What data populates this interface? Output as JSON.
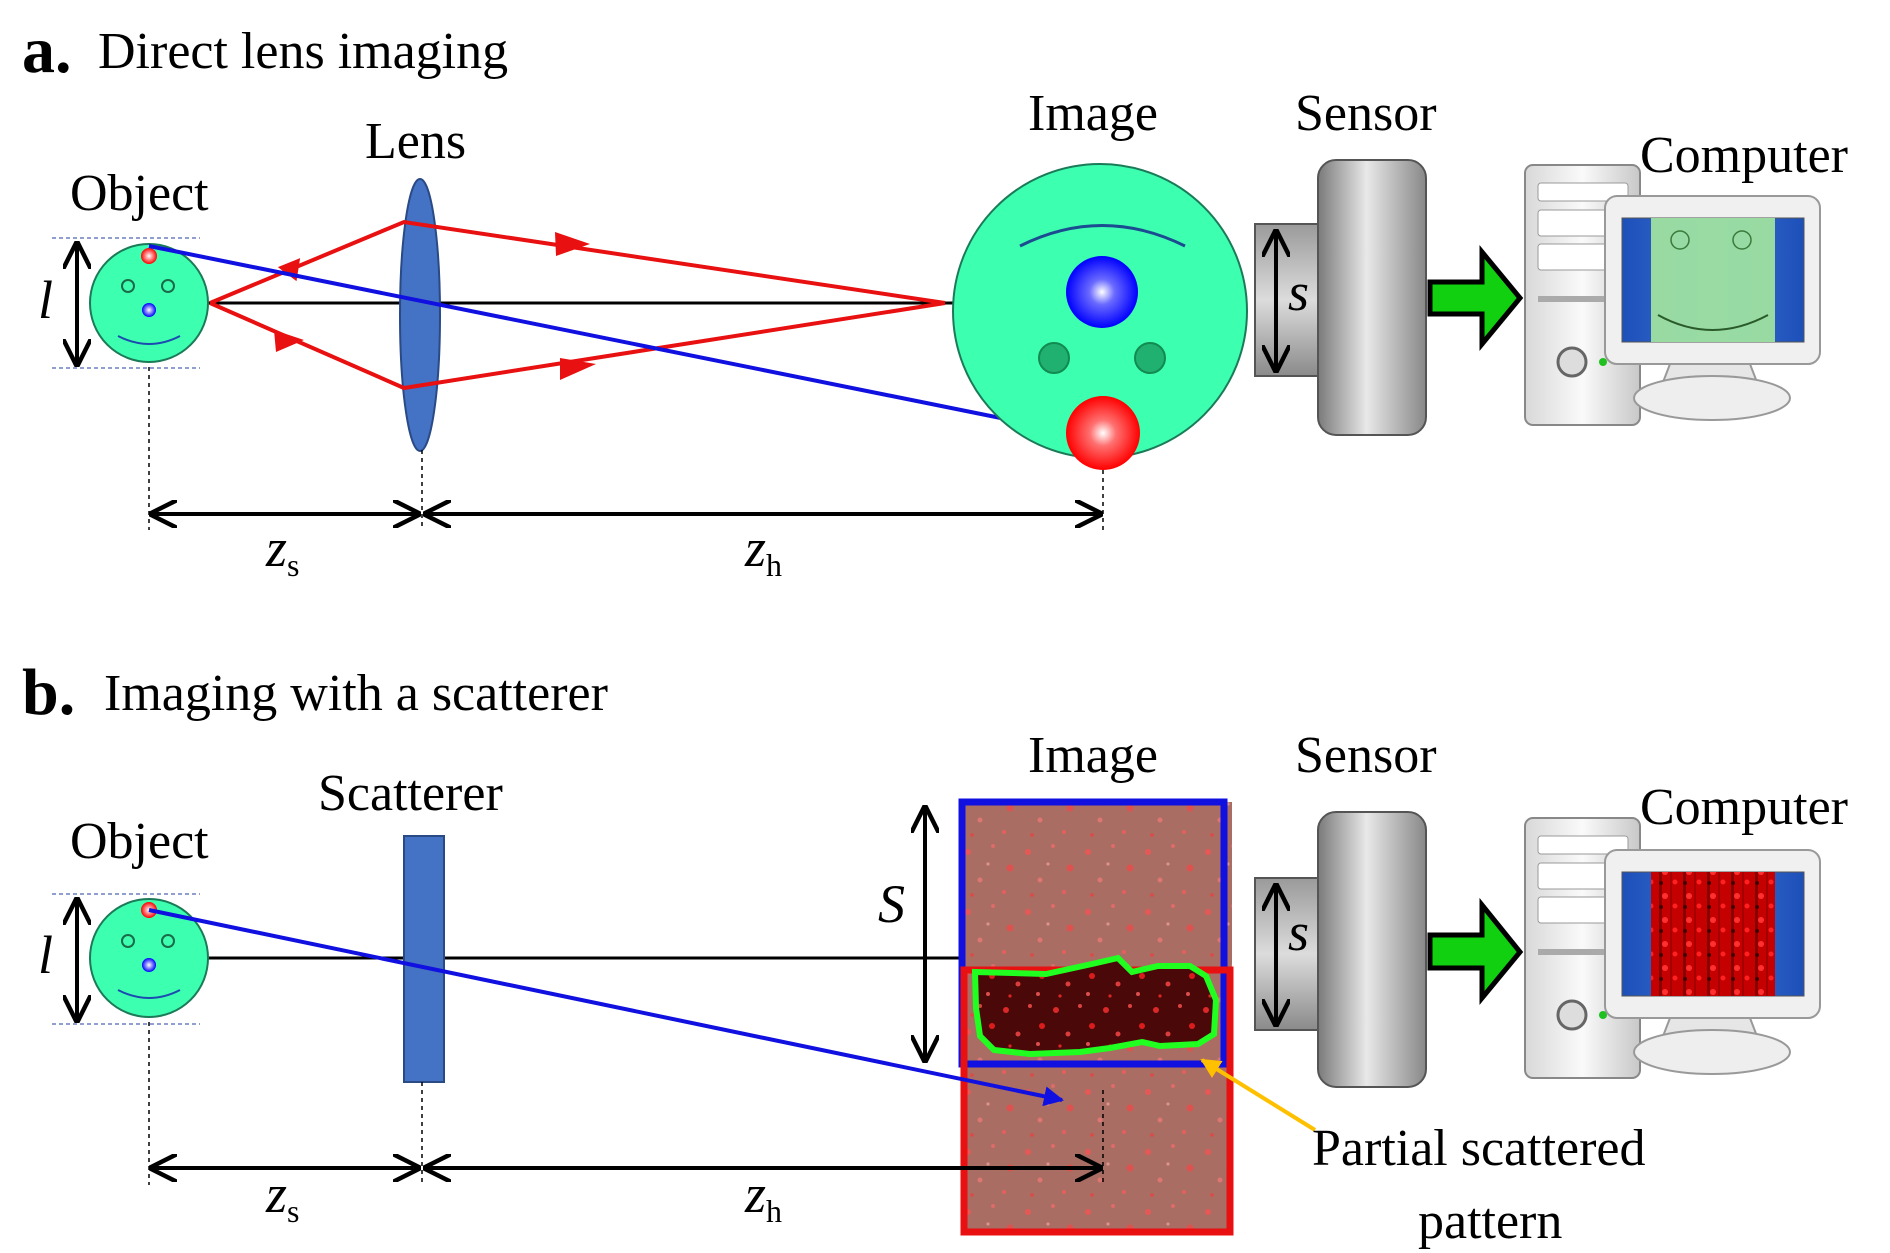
{
  "panel_a": {
    "letter": "a.",
    "title": "Direct lens imaging",
    "labels": {
      "object": "Object",
      "lens": "Lens",
      "image": "Image",
      "sensor": "Sensor",
      "computer": "Computer",
      "l": "l",
      "s": "s",
      "zs": "z",
      "zs_sub": "s",
      "zh": "z",
      "zh_sub": "h"
    }
  },
  "panel_b": {
    "letter": "b.",
    "title": "Imaging with a scatterer",
    "labels": {
      "object": "Object",
      "scatterer": "Scatterer",
      "image": "Image",
      "sensor": "Sensor",
      "computer": "Computer",
      "l": "l",
      "s": "s",
      "S": "S",
      "zs": "z",
      "zs_sub": "s",
      "zh": "z",
      "zh_sub": "h",
      "annotation_line1": "Partial scattered",
      "annotation_line2": "pattern"
    }
  },
  "colors": {
    "object_fill": "#3dffb0",
    "lens_fill": "#4472c4",
    "ray_red": "#e81010",
    "ray_blue": "#1010e0",
    "arrow_green": "#10d010",
    "annotation_arrow": "#ffc000",
    "outline_green": "#20ff20",
    "box_blue": "#1010e0",
    "box_red": "#e81010"
  }
}
